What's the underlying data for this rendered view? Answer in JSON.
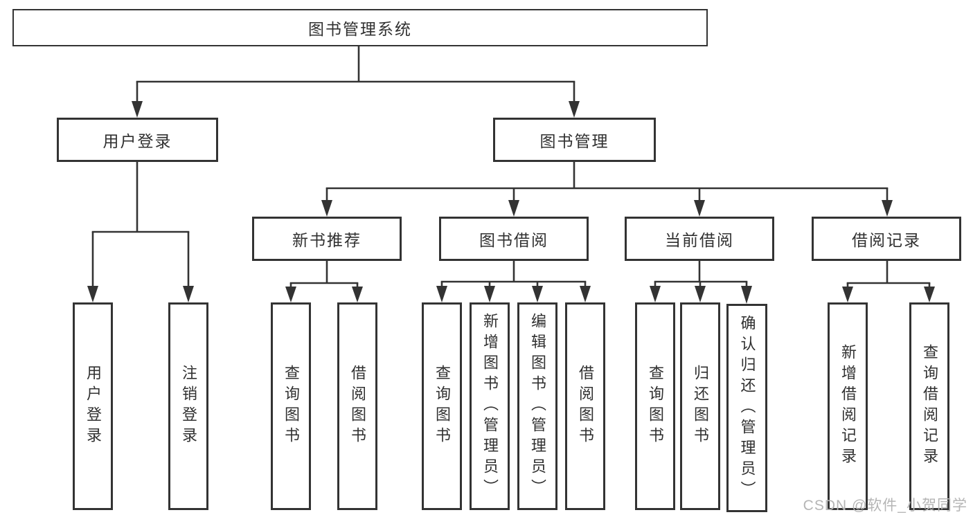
{
  "tree": {
    "label": "图书管理系统",
    "children": [
      {
        "label": "用户登录",
        "children": [
          {
            "label": "用户登录"
          },
          {
            "label": "注销登录"
          }
        ]
      },
      {
        "label": "图书管理",
        "children": [
          {
            "label": "新书推荐",
            "children": [
              {
                "label": "查询图书"
              },
              {
                "label": "借阅图书"
              }
            ]
          },
          {
            "label": "图书借阅",
            "children": [
              {
                "label": "查询图书"
              },
              {
                "label": "新增图书（管理员）"
              },
              {
                "label": "编辑图书（管理员）"
              },
              {
                "label": "借阅图书"
              }
            ]
          },
          {
            "label": "当前借阅",
            "children": [
              {
                "label": "查询图书"
              },
              {
                "label": "归还图书"
              },
              {
                "label": "确认归还（管理员）"
              }
            ]
          },
          {
            "label": "借阅记录",
            "children": [
              {
                "label": "新增借阅记录"
              },
              {
                "label": "查询借阅记录"
              }
            ]
          }
        ]
      }
    ]
  },
  "watermark": {
    "text": "CSDN @软件_小贺同学"
  },
  "colors": {
    "line": "#333333",
    "box_background": "#ffffff",
    "text": "#303030",
    "watermark": "#b5b5b5"
  }
}
